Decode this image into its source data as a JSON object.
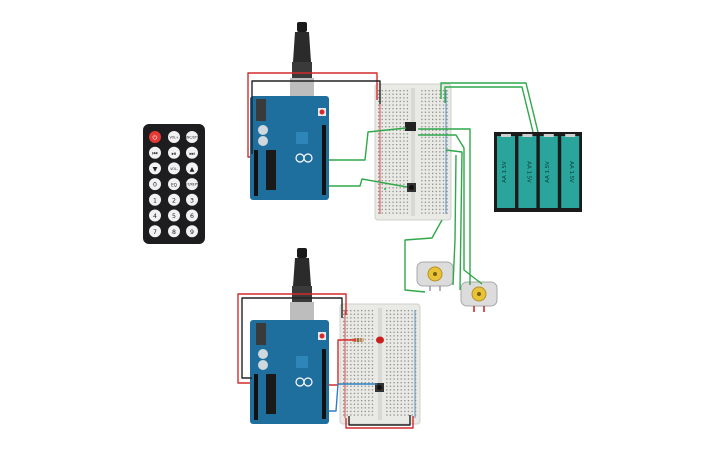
{
  "remote": {
    "buttons": [
      {
        "id": "power",
        "label": "⏻"
      },
      {
        "id": "vol_plus",
        "label": "VOL+"
      },
      {
        "id": "func_stop",
        "label": "FUNC/STOP"
      },
      {
        "id": "prev",
        "label": "⏮"
      },
      {
        "id": "play",
        "label": "⏯"
      },
      {
        "id": "next",
        "label": "⏭"
      },
      {
        "id": "down",
        "label": "▼"
      },
      {
        "id": "vol_minus",
        "label": "VOL-"
      },
      {
        "id": "up",
        "label": "▲"
      },
      {
        "id": "n0",
        "label": "0"
      },
      {
        "id": "eq",
        "label": "EQ"
      },
      {
        "id": "st_rept",
        "label": "ST/REPT"
      },
      {
        "id": "n1",
        "label": "1"
      },
      {
        "id": "n2",
        "label": "2"
      },
      {
        "id": "n3",
        "label": "3"
      },
      {
        "id": "n4",
        "label": "4"
      },
      {
        "id": "n5",
        "label": "5"
      },
      {
        "id": "n6",
        "label": "6"
      },
      {
        "id": "n7",
        "label": "7"
      },
      {
        "id": "n8",
        "label": "8"
      },
      {
        "id": "n9",
        "label": "9"
      }
    ]
  },
  "battery_pack": {
    "cells": [
      "AA 1.5V",
      "AA 1.5V",
      "AA 1.5V",
      "AA 1.5V"
    ]
  },
  "colors": {
    "wire_green": "#2fa84a",
    "wire_red": "#d42a2a",
    "wire_black": "#222222",
    "wire_blue": "#2d7fc4",
    "arduino_board": "#1f6f9e",
    "battery_cell": "#2aa59b",
    "led_red": "#c81e1e"
  },
  "components": {
    "arduino_top": "arduino-uno",
    "arduino_bottom": "arduino-uno",
    "breadboard_top": "mini-breadboard",
    "breadboard_bottom": "mini-breadboard",
    "motor_left": "dc-motor",
    "motor_right": "dc-motor",
    "ir_receiver": "ir-receiver",
    "push_button_top": "push-button",
    "push_button_bottom": "push-button",
    "led": "red-led",
    "resistor": "resistor"
  }
}
